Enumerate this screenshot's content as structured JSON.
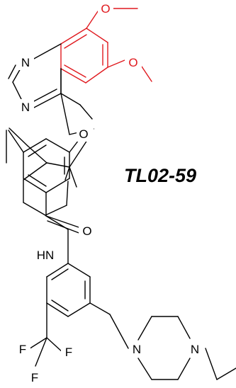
{
  "compound_name": "TL02-59",
  "atoms": {
    "n1": "N",
    "n3": "N",
    "o_ether": "O",
    "o_ome7": "O",
    "o_ome6": "O",
    "o_amide": "O",
    "nh_amide": "HN",
    "n_pip1": "N",
    "n_pip2": "N",
    "f1": "F",
    "f2": "F",
    "f3": "F"
  },
  "colors": {
    "bond": "#000000",
    "highlight": "#e0191e",
    "background": "#ffffff"
  }
}
